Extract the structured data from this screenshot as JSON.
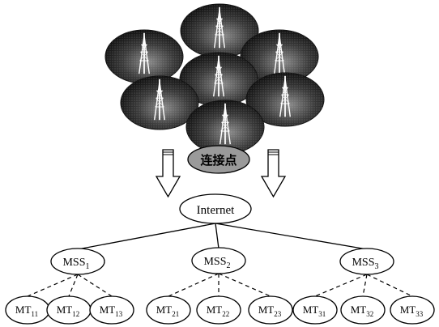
{
  "cluster": {
    "label": "连接点",
    "cell_icon": "antenna-tower-icon",
    "cell_count": 7
  },
  "internet": {
    "label": "Internet"
  },
  "stations": [
    {
      "base": "MSS",
      "sub": "1",
      "terminals": [
        {
          "base": "MT",
          "sub": "11"
        },
        {
          "base": "MT",
          "sub": "12"
        },
        {
          "base": "MT",
          "sub": "13"
        }
      ]
    },
    {
      "base": "MSS",
      "sub": "2",
      "terminals": [
        {
          "base": "MT",
          "sub": "21"
        },
        {
          "base": "MT",
          "sub": "22"
        },
        {
          "base": "MT",
          "sub": "23"
        }
      ]
    },
    {
      "base": "MSS",
      "sub": "3",
      "terminals": [
        {
          "base": "MT",
          "sub": "31"
        },
        {
          "base": "MT",
          "sub": "32"
        },
        {
          "base": "MT",
          "sub": "33"
        }
      ]
    }
  ],
  "colors": {
    "cell_dark": "#1a1a1a",
    "cell_mid": "#6a6a6a",
    "hub_fill": "#9a9a9a"
  }
}
